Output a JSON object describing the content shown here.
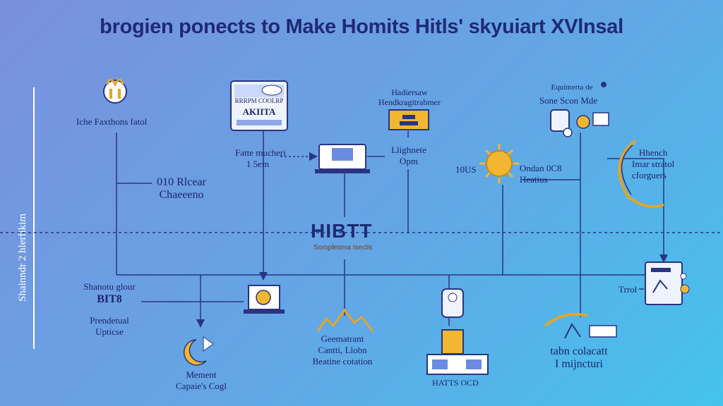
{
  "title": "brogien ponects to Make Homits Hitls' skyuiart XVlnsal",
  "side_label": "Shainndr 2 hlerfikim",
  "hub": {
    "title": "HIBTT",
    "subtitle": "Somplesma Iseclis"
  },
  "nodes": {
    "top_left": "Iche Faxthons fatol",
    "top_card": {
      "header": "RRRPM COOLRP",
      "label": "AKIITA"
    },
    "mid_left": {
      "line1": "Fatte mucheri",
      "line2": "1 5em"
    },
    "left_mid": {
      "line1": "010 Rlcear",
      "line2": "Chaeeeno"
    },
    "top_center": {
      "line1": "Hadiersaw",
      "line2": "Hendkragitrabmer"
    },
    "center_right": {
      "line1": "Llighnete",
      "line2": "Opm"
    },
    "top_right": {
      "line1": "Equimerta de",
      "line2": "Sone Scon Mde"
    },
    "sun_prefix": "10US",
    "sun_label": {
      "line1": "Ondan 0C8",
      "line2": "Heatius"
    },
    "far_right": {
      "line1": "Hhench",
      "line2": "Imar stratol",
      "line3": "cforguers"
    },
    "bottom_left": {
      "line1": "Shanotu glour",
      "line2": "BIT8",
      "line3": "Prendetual",
      "line4": "Upticse"
    },
    "bottom_left2": {
      "line1": "Mement",
      "line2": "Capaie's Cogl"
    },
    "bottom_center": {
      "line1": "Geematrant",
      "line2": "Cantti, Llobn",
      "line3": "Beatine cotation"
    },
    "bottom_center2": "HATTS OCD",
    "bottom_right": "Trrol",
    "bottom_right2": {
      "line1": "tabn colacatt",
      "line2": "I mijncturi"
    }
  }
}
